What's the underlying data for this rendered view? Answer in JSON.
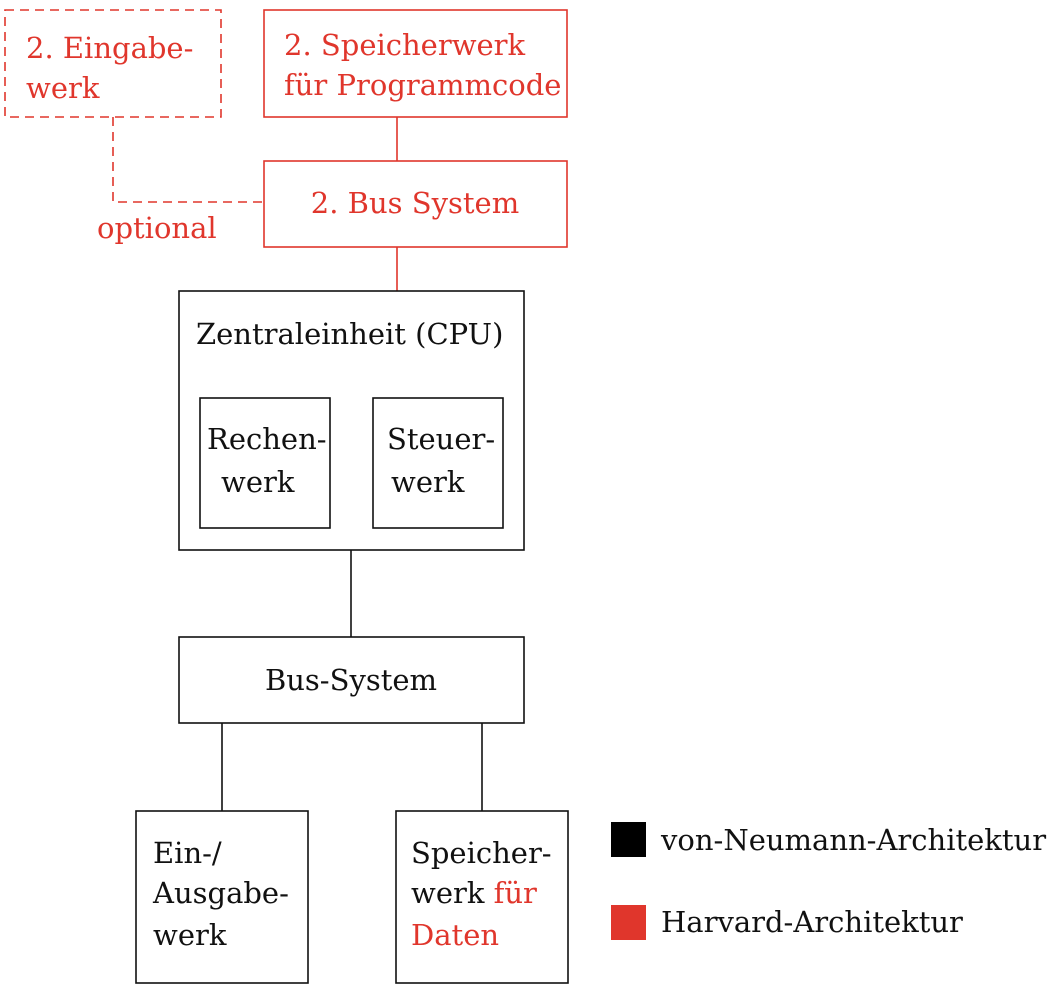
{
  "colors": {
    "von_neumann": "#000000",
    "harvard": "#e0362c"
  },
  "diagram": {
    "eingabewerk_2": {
      "line1": "2. Eingabe-",
      "line2": "werk"
    },
    "speicherwerk_programm": {
      "line1": "2. Speicherwerk",
      "line2": "für Programmcode"
    },
    "bus_system_2": {
      "label": "2. Bus System"
    },
    "optional_label": "optional",
    "cpu": {
      "label": "Zentraleinheit (CPU)",
      "rechenwerk": {
        "line1": "Rechen-",
        "line2": "werk"
      },
      "steuerwerk": {
        "line1": "Steuer-",
        "line2": "werk"
      }
    },
    "bus_system": {
      "label": "Bus-System"
    },
    "ein_ausgabewerk": {
      "line1": "Ein-/",
      "line2": "Ausgabe-",
      "line3": "werk"
    },
    "speicherwerk_daten": {
      "line1": "Speicher-",
      "line2_black": "werk ",
      "line2_red": "für",
      "line3": "Daten"
    }
  },
  "legend": {
    "von_neumann": "von-Neumann-Architektur",
    "harvard": "Harvard-Architektur"
  }
}
